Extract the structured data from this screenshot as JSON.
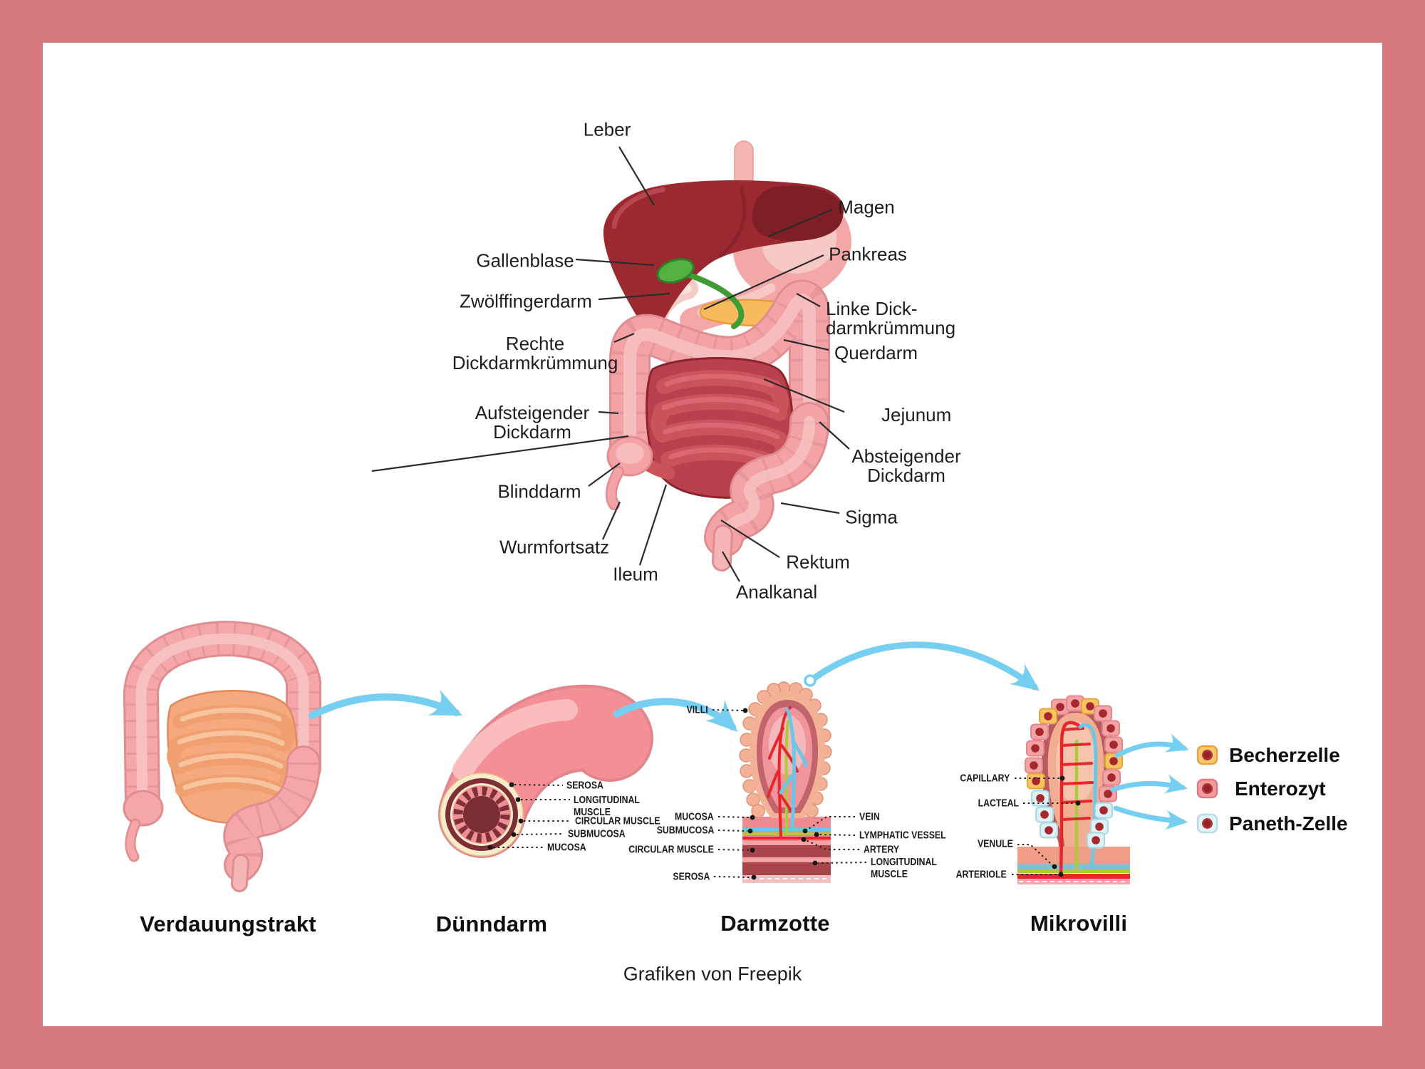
{
  "frame": {
    "border_color": "#D5797D",
    "background": "#FFFFFF"
  },
  "top_diagram": {
    "labels": {
      "leber": "Leber",
      "magen": "Magen",
      "pankreas": "Pankreas",
      "gallenblase": "Gallenblase",
      "zwoelffingerdarm": "Zwölffingerdarm",
      "linke_dickdarmkruemmung_1": "Linke Dick-",
      "linke_dickdarmkruemmung_2": "darmkrümmung",
      "querdarm": "Querdarm",
      "rechte_dickdarmkruemmung_1": "Rechte",
      "rechte_dickdarmkruemmung_2": "Dickdarmkrümmung",
      "aufsteigender_dickdarm_1": "Aufsteigender",
      "aufsteigender_dickdarm_2": "Dickdarm",
      "jejunum": "Jejunum",
      "absteigender_dickdarm_1": "Absteigender",
      "absteigender_dickdarm_2": "Dickdarm",
      "blinddarm": "Blinddarm",
      "sigma": "Sigma",
      "wurmfortsatz": "Wurmfortsatz",
      "ileum": "Ileum",
      "rektum": "Rektum",
      "analkanal": "Analkanal"
    }
  },
  "sections": {
    "verdauungstrakt": {
      "caption": "Verdauungstrakt"
    },
    "duenndarm": {
      "caption": "Dünndarm",
      "labels": {
        "serosa": "SEROSA",
        "longitudinal_1": "LONGITUDINAL",
        "longitudinal_2": "MUSCLE",
        "circular_muscle": "CIRCULAR MUSCLE",
        "submucosa": "SUBMUCOSA",
        "mucosa": "MUCOSA"
      }
    },
    "darmzotte": {
      "caption": "Darmzotte",
      "labels": {
        "villi": "VILLI",
        "mucosa": "MUCOSA",
        "submucosa": "SUBMUCOSA",
        "circular_muscle": "CIRCULAR MUSCLE",
        "serosa": "SEROSA",
        "vein": "VEIN",
        "lymphatic_vessel": "LYMPHATIC VESSEL",
        "artery": "ARTERY",
        "longitudinal_1": "LONGITUDINAL",
        "longitudinal_2": "MUSCLE"
      }
    },
    "mikrovilli": {
      "caption": "Mikrovilli",
      "labels": {
        "capillary": "CAPILLARY",
        "lacteal": "LACTEAL",
        "venule": "VENULE",
        "arteriole": "ARTERIOLE"
      }
    }
  },
  "legend": {
    "items": [
      {
        "label": "Becherzelle",
        "fill": "#F8C86E",
        "border": "#EBA23C"
      },
      {
        "label": "Enterozyt",
        "fill": "#F29A9E",
        "border": "#E07A80"
      },
      {
        "label": "Paneth-Zelle",
        "fill": "#E4F2F6",
        "border": "#B4DDE8"
      }
    ]
  },
  "attribution": "Grafiken von Freepik",
  "colors": {
    "arrow": "#76CFF1",
    "leader": "#2B2B2B",
    "liver": "#9D2930",
    "small_intestine": "#B8414B",
    "colon": "#F3A3A6"
  }
}
